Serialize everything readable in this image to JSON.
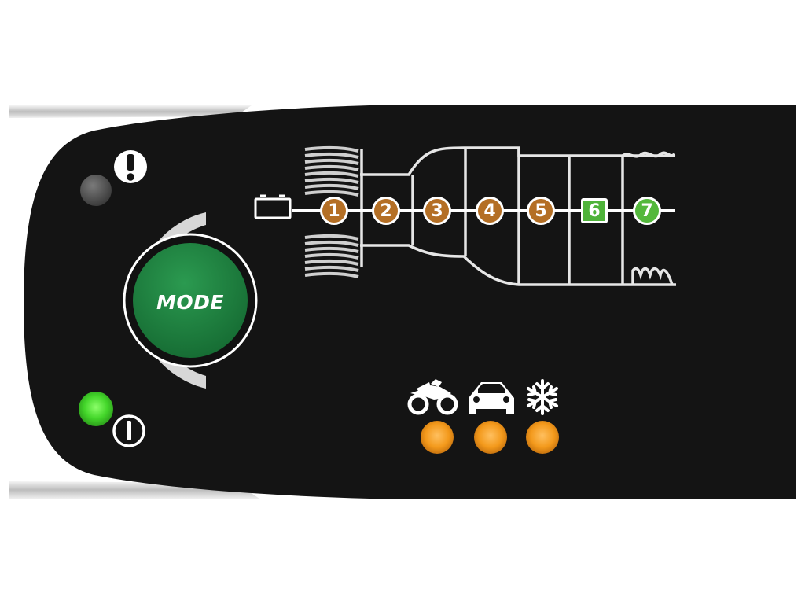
{
  "mode_button": {
    "label": "MODE"
  },
  "charge_steps": [
    {
      "label": "1",
      "state": "completed",
      "color": "#b46f25"
    },
    {
      "label": "2",
      "state": "completed",
      "color": "#b46f25"
    },
    {
      "label": "3",
      "state": "completed",
      "color": "#b46f25"
    },
    {
      "label": "4",
      "state": "completed",
      "color": "#b46f25"
    },
    {
      "label": "5",
      "state": "completed",
      "color": "#b46f25"
    },
    {
      "label": "6",
      "state": "active",
      "color": "#4fb33a"
    },
    {
      "label": "7",
      "state": "active",
      "color": "#54b83c"
    }
  ],
  "indicators": {
    "error": {
      "icon": "exclamation-icon",
      "lit": false,
      "color": "#5a5a5a"
    },
    "power": {
      "icon": "power-icon",
      "lit": true,
      "color": "#43d62a"
    }
  },
  "program_modes": [
    {
      "icon": "motorcycle-icon",
      "lamp_color": "#f3991b"
    },
    {
      "icon": "car-icon",
      "lamp_color": "#f3991b"
    },
    {
      "icon": "snowflake-icon",
      "lamp_color": "#f3991b"
    }
  ],
  "colors": {
    "panel": "#141414",
    "accent_green": "#1c7a3c",
    "amber": "#f3991b"
  }
}
